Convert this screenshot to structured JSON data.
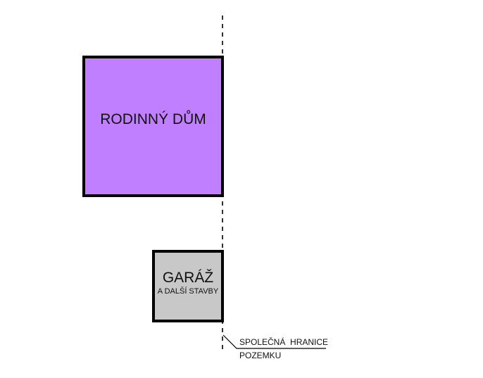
{
  "house": {
    "label": "RODINNÝ DŮM",
    "fill": "#bf7fff"
  },
  "garage": {
    "title": "GARÁŽ",
    "subtitle": "A DALŠÍ STAVBY",
    "fill": "#c8c8c8"
  },
  "boundary": {
    "line1": "SPOLEČNÁ  HRANICE",
    "line2": "POZEMKU"
  }
}
